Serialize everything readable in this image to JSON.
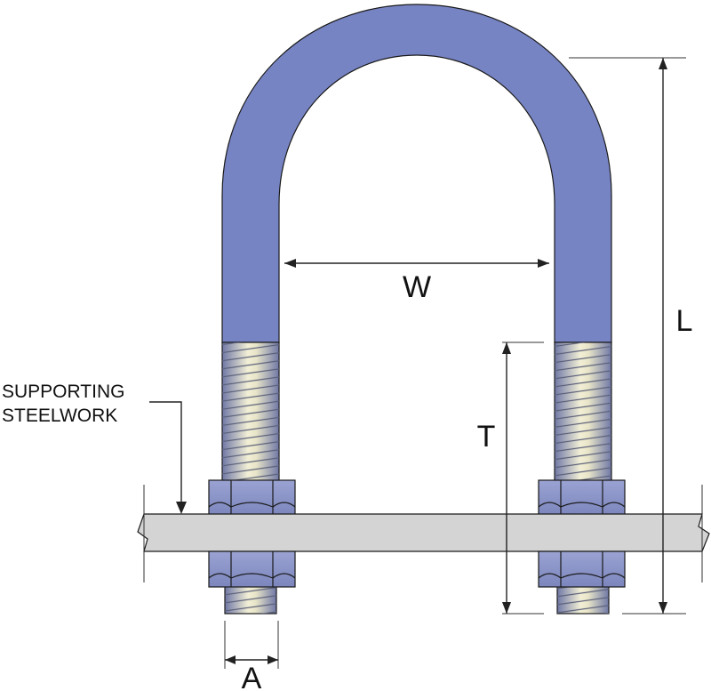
{
  "labels": {
    "width": "W",
    "length": "L",
    "thread_length": "T",
    "diameter": "A",
    "support_line1": "SUPPORTING",
    "support_line2": "STEELWORK"
  },
  "colors": {
    "bolt": "#7784c4",
    "thread_light": "#f0edd3",
    "thread_dark": "#6f78a6",
    "nut": "#8a94c6",
    "plate": "#d4d4d4",
    "outline": "#1a1a1a"
  }
}
